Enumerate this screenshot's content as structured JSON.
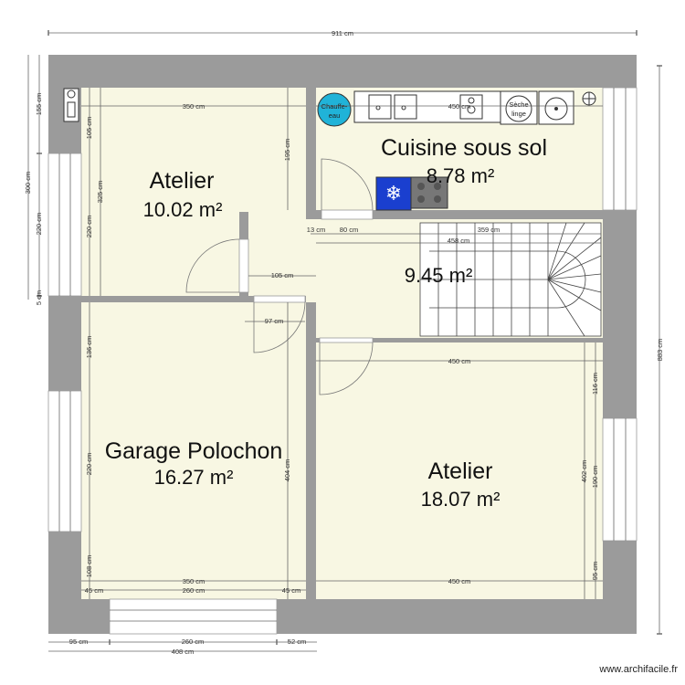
{
  "rooms": {
    "atelier_top": {
      "title": "Atelier",
      "area": "10.02 m²"
    },
    "cuisine": {
      "title": "Cuisine sous sol",
      "area": "8.78 m²"
    },
    "hall": {
      "area": "9.45 m²"
    },
    "garage": {
      "title": "Garage Polochon",
      "area": "16.27 m²"
    },
    "atelier_bottom": {
      "title": "Atelier",
      "area": "18.07 m²"
    }
  },
  "fixtures": {
    "chauffe_eau": [
      "Chauffe-",
      "eau"
    ],
    "seche_linge": [
      "Sèche",
      "linge"
    ]
  },
  "dimensions": {
    "overall_width": "911 cm",
    "overall_height": "883 cm",
    "left_155": "155 cm",
    "left_300": "300 cm",
    "left_220": "220 cm",
    "left_5": "5 cm",
    "top_left_105": "105 cm",
    "top_left_325": "325 cm",
    "top_left_220": "220 cm",
    "atelier_top_350": "350 cm",
    "atelier_top_195": "195 cm",
    "cuisine_450": "450 cm",
    "hall_13": "13 cm",
    "hall_80": "80 cm",
    "hall_359": "359 cm",
    "hall_458": "458 cm",
    "hall_105": "105 cm",
    "hall_97": "97 cm",
    "garage_136": "136 cm",
    "garage_220": "220 cm",
    "garage_108": "108 cm",
    "garage_404": "404 cm",
    "atelier_bottom_450_top": "450 cm",
    "atelier_bottom_116": "116 cm",
    "atelier_bottom_402": "402 cm",
    "atelier_bottom_190": "190 cm",
    "atelier_bottom_95": "95 cm",
    "bottom_350": "350 cm",
    "bottom_45a": "45 cm",
    "bottom_260": "260 cm",
    "bottom_45b": "45 cm",
    "bottom_450": "450 cm",
    "outer_95": "95 cm",
    "outer_260": "260 cm",
    "outer_52": "52 cm",
    "outer_408": "408 cm"
  },
  "watermark": "www.archifacile.fr"
}
